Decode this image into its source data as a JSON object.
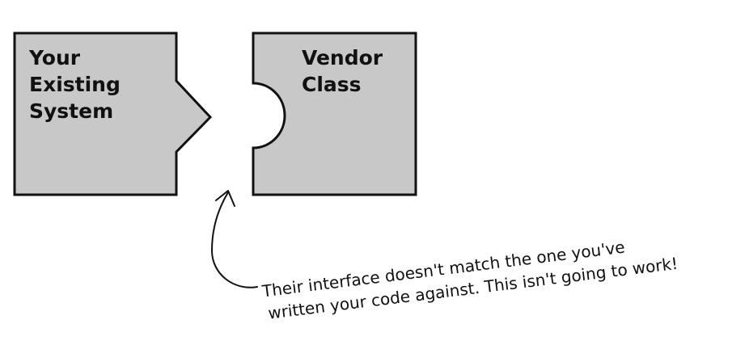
{
  "diagram": {
    "existing_system": {
      "lines": [
        "Your",
        "Existing",
        "System"
      ]
    },
    "vendor_class": {
      "lines": [
        "Vendor",
        "Class"
      ]
    },
    "annotation": {
      "lines": [
        "Their interface doesn't match the one you've",
        "written your code against. This isn't going to work!"
      ]
    },
    "colors": {
      "block_fill": "#c8c8c8",
      "stroke": "#111111"
    }
  }
}
